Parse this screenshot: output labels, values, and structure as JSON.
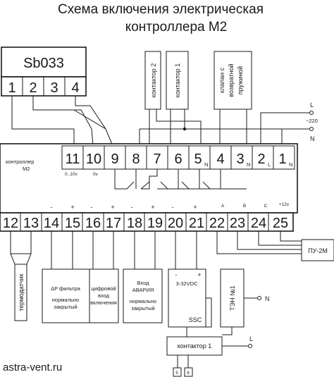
{
  "title": {
    "line1": "Схема включения электрическая",
    "line2": "контроллера М2"
  },
  "sb033": {
    "label": "Sb033",
    "terminals": [
      "1",
      "2",
      "3",
      "4"
    ]
  },
  "controller": {
    "name_line1": "контроллер",
    "name_line2": "М2",
    "top_terminals": [
      {
        "num": "11",
        "sub": ""
      },
      {
        "num": "10",
        "sub": ""
      },
      {
        "num": "9",
        "sub": ""
      },
      {
        "num": "8",
        "sub": ""
      },
      {
        "num": "7",
        "sub": ""
      },
      {
        "num": "6",
        "sub": ""
      },
      {
        "num": "5",
        "sub": "N"
      },
      {
        "num": "4",
        "sub": ""
      },
      {
        "num": "3",
        "sub": "N"
      },
      {
        "num": "2",
        "sub": "L"
      },
      {
        "num": "1",
        "sub": "N"
      }
    ],
    "note_010v": "0..10v",
    "note_0v": "0v",
    "bottom_terminals": [
      "12",
      "13",
      "14",
      "15",
      "16",
      "17",
      "18",
      "19",
      "20",
      "21",
      "22",
      "23",
      "24",
      "25"
    ],
    "polarity_marks": {
      "t14": "-",
      "t15": "+",
      "t16": "-",
      "t17": "+",
      "t18": "-",
      "t19": "+",
      "t20": "-",
      "t21": "+",
      "t22": "A",
      "t23": "B",
      "t24": "C",
      "t25": "+12v"
    }
  },
  "coils": {
    "contactor2": "контактор 2",
    "contactor1": "контактор 1",
    "valve_line1": "клапан с",
    "valve_line2": "возвратной",
    "valve_line3": "пружиной"
  },
  "supply": {
    "L": "L",
    "voltage": "~220",
    "N": "N"
  },
  "sensors": {
    "thermo": "термодатчик",
    "filter_line1": "ΔP фильтра",
    "filter_line2": "нормально",
    "filter_line3": "закрытый",
    "digital_line1": "цифровой",
    "digital_line2": "вход",
    "digital_line3": "включения",
    "alarm_line1": "Вход",
    "alarm_line2": "АВАРИЯ",
    "alarm_line3": "нормально",
    "alarm_line4": "закрытый"
  },
  "ssc": {
    "minus": "-",
    "plus": "+",
    "range": "3-32VDC",
    "label": "SSC"
  },
  "heater": {
    "label": "ТЭН №1",
    "N": "N"
  },
  "contactor_box": {
    "label": "контактор 1",
    "L": "L",
    "term5": "5",
    "term6": "6"
  },
  "pu": {
    "label": "ПУ-2М"
  },
  "footer": {
    "site": "astra-vent.ru"
  }
}
